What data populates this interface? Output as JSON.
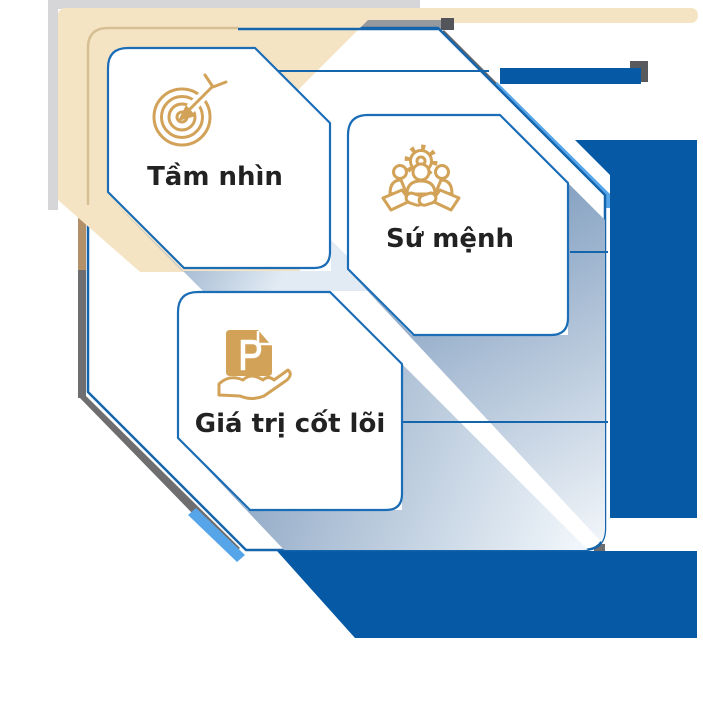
{
  "figure": {
    "description": "Company about-us infographic with three hexagonal tiles",
    "cards": [
      {
        "label": "Tầm nhìn",
        "icon": "target-arrow-icon"
      },
      {
        "label": "Sứ mệnh",
        "icon": "people-handshake-gear-icon"
      },
      {
        "label": "Giá trị cốt lõi",
        "icon": "hand-offering-document-icon"
      }
    ]
  },
  "colors": {
    "panelBorder": "#1565ad",
    "cardBorder": "#1b6db6",
    "darkBlue": "#0659a5",
    "brightBlue": "#57a5e9",
    "beige": "#f5e4c4",
    "beigeBorder": "#d6bf94",
    "gold": "#d2a258",
    "gray": "#6e6e70",
    "lightGray": "#d6d6d8",
    "midGray": "#96999d",
    "tanShadow": "#b2906a",
    "capGray": "#54555a",
    "labelText": "#222222",
    "gradStart": "#8aa5c4",
    "gradEnd": "#f6f9fc"
  }
}
